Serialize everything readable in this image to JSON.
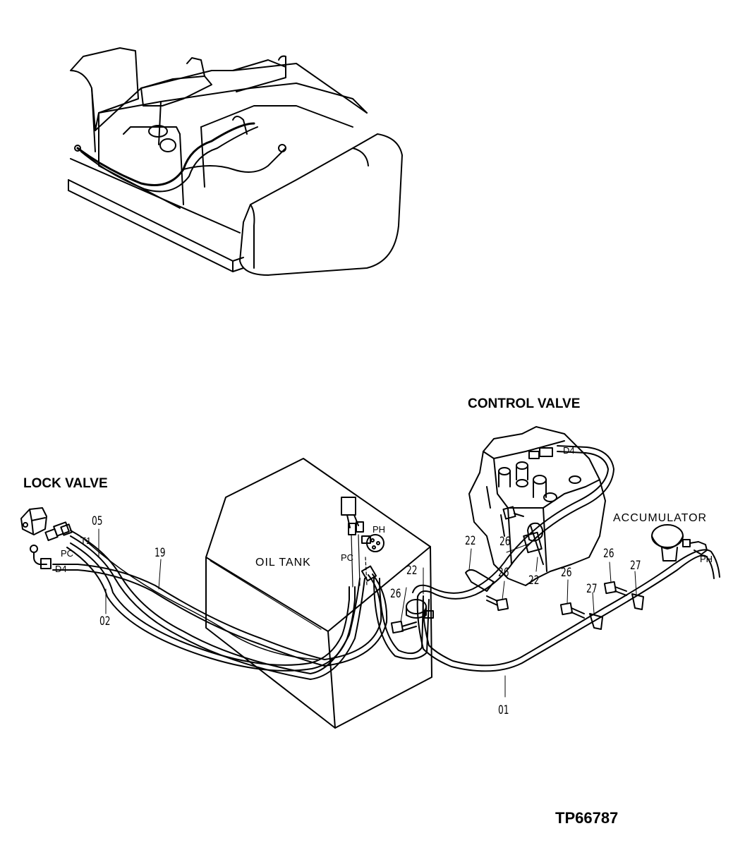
{
  "section_titles": {
    "control_valve": "CONTROL VALVE",
    "lock_valve": "LOCK VALVE",
    "accumulator": "ACCUMULATOR",
    "oil_tank": "OIL  TANK"
  },
  "port_labels": {
    "t1": "T1",
    "pc_lock": "PC",
    "d4_lock": "D4",
    "ph_tank": "PH",
    "pc_tank": "PC",
    "d4_valve": "D4",
    "ph_accumulator": "PH"
  },
  "part_callouts": {
    "p05": "05",
    "p19": "19",
    "p02": "02",
    "p22a": "22",
    "p22b": "22",
    "p22c": "22",
    "p26a": "26",
    "p26b": "26",
    "p26c": "26",
    "p26d": "26",
    "p26e": "26",
    "p27a": "27",
    "p27b": "27",
    "p01": "01"
  },
  "drawing_number": "TP66787"
}
